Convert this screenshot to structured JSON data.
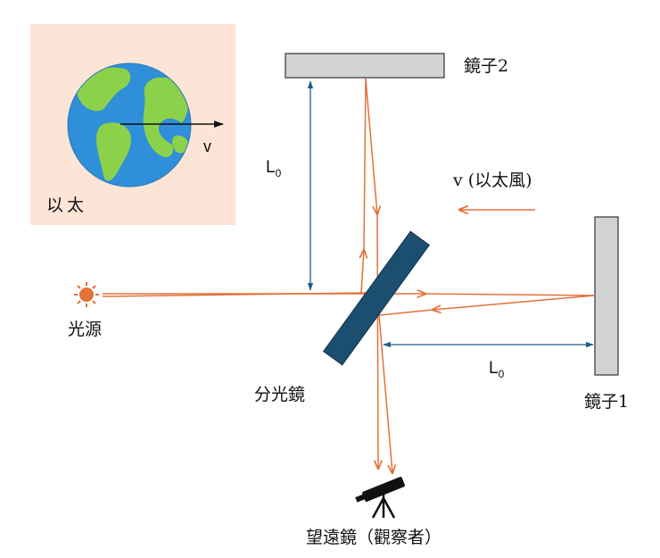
{
  "inset": {
    "label": "以太",
    "velocity_label": "v"
  },
  "labels": {
    "mirror2": "鏡子2",
    "mirror1": "鏡子1",
    "length_vertical": "L",
    "length_vertical_sub": "0",
    "length_horizontal": "L",
    "length_horizontal_sub": "0",
    "ether_wind": "v (以太風)",
    "light_source": "光源",
    "beam_splitter": "分光鏡",
    "telescope": "望遠鏡（觀察者）"
  },
  "colors": {
    "inset_bg": "#fce4d6",
    "ocean": "#2f8fd8",
    "land": "#8bd24a",
    "beam": "#e2713a",
    "dimension": "#1e5e8a",
    "splitter": "#1c4f6f",
    "mirror_fill": "#d3d3d3",
    "mirror_stroke": "#333333"
  }
}
